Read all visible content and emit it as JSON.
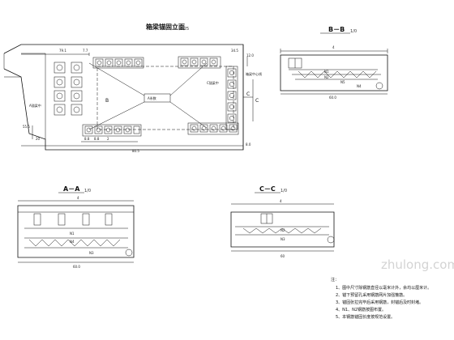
{
  "plan": {
    "title": "箱梁锚固立面",
    "scale": "1:25",
    "label_b": "B",
    "label_c": "C",
    "center_box": "A系数",
    "side_label_left": "A锚梁中",
    "side_label_right": "C锚梁中",
    "top_right_label": "箱梁中心线",
    "dims": [
      "79.1",
      "7.7",
      "34.5",
      "80.5",
      "8.8",
      "8.8",
      "2",
      "55.5",
      "20",
      "8.0",
      "12.0"
    ]
  },
  "section_bb": {
    "title": "B－B",
    "scale": "1/0",
    "bars": [
      "N1",
      "N2",
      "N5",
      "N4"
    ],
    "dim_bottom": "60.0",
    "dim_top": "4"
  },
  "section_aa": {
    "title": "A－A",
    "scale": "1/0",
    "bars": [
      "N1",
      "N4",
      "N3"
    ],
    "dim_bottom": "60.0",
    "dim_top": "4"
  },
  "section_cc": {
    "title": "C－C",
    "scale": "1/0",
    "bars": [
      "N2",
      "N3"
    ],
    "dim_bottom": "60",
    "dim_top": "4"
  },
  "notes": {
    "heading": "注：",
    "items": [
      "1、图中尺寸除钢筋直径以毫米计外，余均以厘米计。",
      "2、锚下预留孔采用钢筋网片加强箍筋。",
      "3、锚固张拉完毕后采用钢筋，封锚后及时封堵。",
      "4、N1、N2钢筋按图布置。",
      "5、本钢筋锚固长度按规范设置。"
    ]
  },
  "watermark": "zhulong.com"
}
